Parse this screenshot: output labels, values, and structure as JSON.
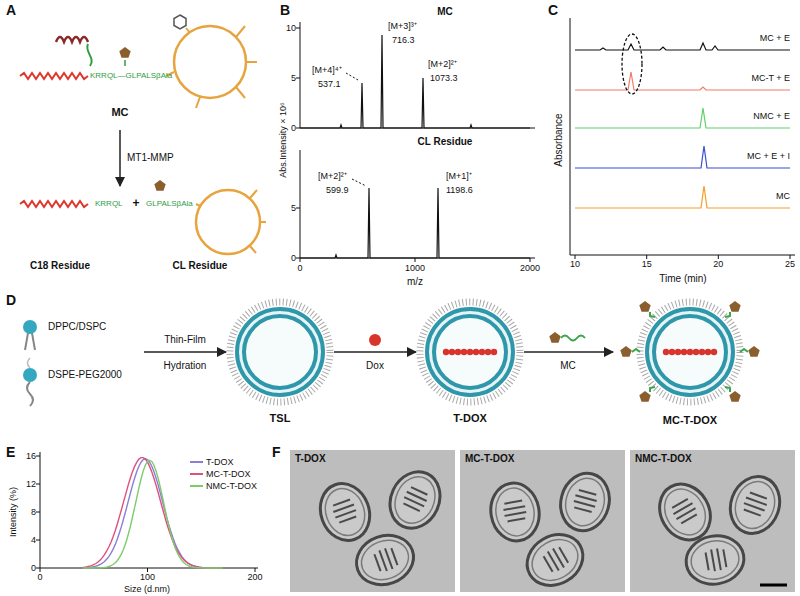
{
  "diagram": {
    "nodes": [
      {
        "text": [
          "KRRQL—GLPALSβAla",
          "MC"
        ]
      },
      {
        "text": [
          "KRRQL",
          "C18 Residue"
        ]
      },
      {
        "text": [
          "GLPALSβAla",
          "CL Residue"
        ]
      },
      {
        "text": [
          "DPPC/DSPC",
          "DSPE-PEG2000"
        ]
      },
      {
        "text": [
          "TSL"
        ]
      },
      {
        "text": [
          "T-DOX"
        ]
      },
      {
        "text": [
          "MC-T-DOX"
        ]
      }
    ],
    "edges": [
      {
        "from": 0,
        "to": 1,
        "label": "MT1-MMP",
        "arrow": "to"
      },
      {
        "from": 3,
        "to": 4,
        "label": "Thin-Film",
        "arrow": "to"
      },
      {
        "from": 4,
        "to": 5,
        "label": "Dox",
        "arrow": "to"
      },
      {
        "from": 5,
        "to": 6,
        "label": "MC",
        "arrow": "to"
      }
    ],
    "labels": [
      "A",
      "+",
      "Hydration",
      "B",
      "MC",
      "[M+4]⁴⁺",
      "537.1",
      "[M+3]³⁺",
      "716.3",
      "[M+2]²⁺",
      "1073.3",
      "CL Residue",
      "[M+2]²⁺",
      "599.9",
      "[M+1]⁺",
      "1198.6",
      "Abs.Intensity × 10⁶",
      "0",
      "5",
      "10",
      "0",
      "5",
      "0",
      "1000",
      "2000",
      "m/z",
      "C",
      "MC + E",
      "MC-T + E",
      "NMC + E",
      "MC + E + I",
      "MC",
      "Absorbance",
      "10",
      "15",
      "20",
      "25",
      "Time (min)",
      "D",
      "E",
      "Intensity (%)",
      "0",
      "4",
      "8",
      "12",
      "16",
      "0",
      "100",
      "200",
      "Size (d.nm)",
      "F",
      "T-DOX",
      "MC-T-DOX",
      "NMC-T-DOX"
    ],
    "legend": [
      {
        "text": "T-DOX"
      },
      {
        "text": "MC-T-DOX"
      },
      {
        "text": "NMC-T-DOX"
      }
    ]
  }
}
